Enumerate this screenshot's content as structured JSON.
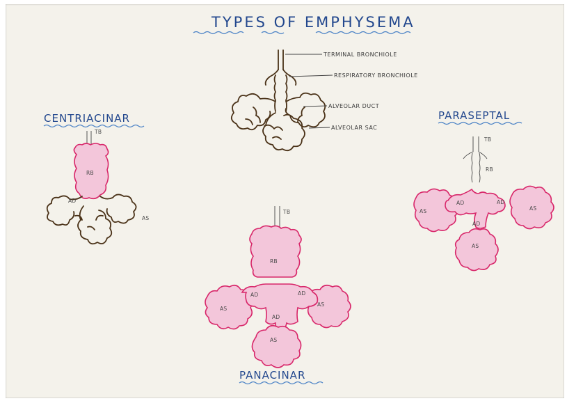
{
  "title": "TYPES OF EMPHYSEMA",
  "headings": {
    "centriacinar": "CENTRIACINAR",
    "paraseptal": "PARASEPTAL",
    "panacinar": "PANACINAR"
  },
  "legend": {
    "terminal_bronchiole": "TERMINAL BRONCHIOLE",
    "respiratory_bronchiole": "RESPIRATORY BRONCHIOLE",
    "alveolar_duct": "ALVEOLAR DUCT",
    "alveolar_sac": "ALVEOLAR SAC"
  },
  "abbr": {
    "tb": "TB",
    "rb": "RB",
    "ad": "AD",
    "as": "AS"
  },
  "colors": {
    "paper": "#f4f2eb",
    "ink_blue": "#23488e",
    "pink_outline": "#d8276a",
    "pink_fill": "#f3c6da",
    "brown_ink": "#4a3218"
  }
}
